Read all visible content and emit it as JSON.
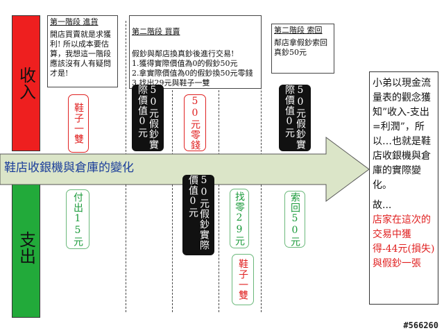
{
  "bars": {
    "income": {
      "label": "收入",
      "color": "#ee1f1f"
    },
    "expense": {
      "label": "支出",
      "color": "#22aa3a"
    }
  },
  "arrow": {
    "label": "鞋店收銀機與倉庫的變化",
    "fill": "#dbe5c8"
  },
  "stages": [
    {
      "header": "第一階段 進貨",
      "body": "開店買賣就是求獲利! 所以成本要估算，我想這一階段應該沒有人有疑問才是!"
    },
    {
      "header": "第二階段 買賣",
      "body": "假鈔與鄰店換真鈔後進行交易!\n1.獲得實際價值為0的假鈔50元\n2.拿實際價值為0的假鈔換50元零錢\n3.找出29元與鞋子一雙"
    },
    {
      "header": "第二階段 索回",
      "body": "鄰店拿假鈔索回真鈔50元"
    }
  ],
  "cards": {
    "shoe_in": "鞋子一雙",
    "fake_in": "50元假鈔實際價值0元",
    "change_in": "50元零錢",
    "fake_return": "50元假鈔實際價值0元",
    "pay_out": "付出15元",
    "fake_out": "50元假鈔實際價值0元",
    "change_out": "找零29元",
    "shoe_out": "鞋子一雙",
    "return_out": "索回50元"
  },
  "side": {
    "intro": "小弟以現金流量表的觀念獲知”收入-支出=利潤”，所以…也就是鞋店收銀機與倉庫的實際變化。",
    "so": "故...",
    "conclusion": "店家在這次的交易中獲得-44元(損失)與假鈔一張"
  },
  "watermark": "#566260"
}
